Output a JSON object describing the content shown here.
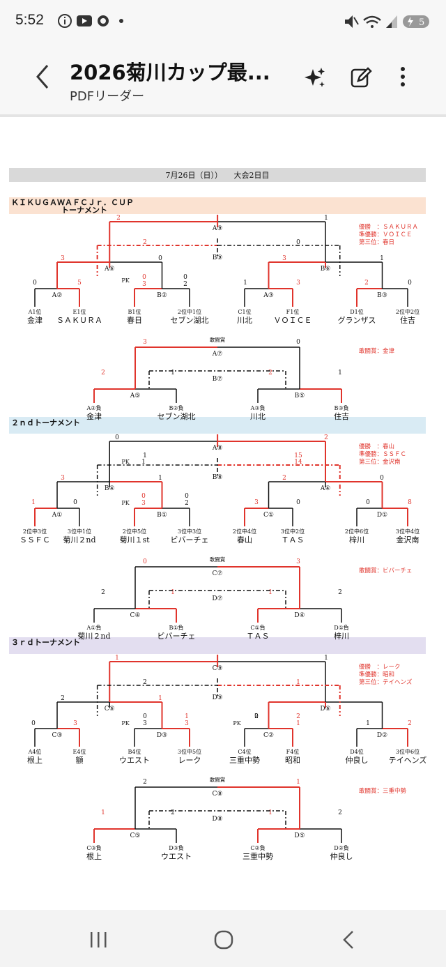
{
  "status": {
    "time": "5:52",
    "battery": "5"
  },
  "appbar": {
    "title": "2026菊川カップ最...",
    "subtitle": "PDFリーダー"
  },
  "doc": {
    "date_header": "7月26日（日））　　大会2日目",
    "t1": {
      "title": "ＫＩＫＵＧＡＷＡＦＣＪｒ．ＣＵＰ",
      "subtitle": "トーナメント",
      "winners": [
        "優勝　：ＳＡＫＵＲＡ",
        "準優勝：ＶＯＩＣＥ",
        "第三位：春日"
      ],
      "fighting_label": "敢闘賞",
      "fighting_award": "敢闘賞：金津",
      "teams": [
        "金津",
        "ＳＡＫＵＲＡ",
        "春日",
        "セブン湖北",
        "川北",
        "ＶＯＩＣＥ",
        "グランザス",
        "住吉"
      ],
      "seeds": [
        "A1位",
        "E1位",
        "B1位",
        "2位中1位",
        "C1位",
        "F1位",
        "D1位",
        "2位中2位"
      ],
      "f_teams": [
        "金津",
        "セブン湖北",
        "川北",
        "住吉"
      ],
      "f_seeds": [
        "A②負",
        "B②負",
        "A③負",
        "B③負"
      ]
    },
    "t2": {
      "title": "２ｎｄトーナメント",
      "winners": [
        "優勝　：春山",
        "準優勝：ＳＳＦＣ",
        "第三位：金沢南"
      ],
      "fighting_label": "敢闘賞",
      "fighting_award": "敢闘賞：ビバーチェ",
      "teams": [
        "ＳＳＦＣ",
        "菊川２nd",
        "菊川１st",
        "ビバーチェ",
        "春山",
        "ＴＡＳ",
        "梓川",
        "金沢南"
      ],
      "seeds": [
        "2位中3位",
        "3位中1位",
        "2位中5位",
        "3位中3位",
        "2位中4位",
        "3位中2位",
        "2位中6位",
        "3位中4位"
      ],
      "f_teams": [
        "菊川２nd",
        "ビバーチェ",
        "ＴＡＳ",
        "梓川"
      ],
      "f_seeds": [
        "A①負",
        "B①負",
        "C①負",
        "D①負"
      ]
    },
    "t3": {
      "title": "３ｒｄトーナメント",
      "winners": [
        "優勝　：レーク",
        "準優勝：昭和",
        "第三位：テイヘンズ"
      ],
      "fighting_label": "敢闘賞",
      "fighting_award": "敢闘賞：三重中勢",
      "teams": [
        "根上",
        "額",
        "ウエスト",
        "レーク",
        "三重中勢",
        "昭和",
        "仲良し",
        "テイヘンズ"
      ],
      "seeds": [
        "A4位",
        "E4位",
        "B4位",
        "3位中5位",
        "C4位",
        "F4位",
        "D4位",
        "3位中6位"
      ],
      "f_teams": [
        "根上",
        "ウエスト",
        "三重中勢",
        "仲良し"
      ],
      "f_seeds": [
        "C③負",
        "D③負",
        "C②負",
        "D②負"
      ]
    },
    "pk": "PK",
    "match_labels": {
      "t1": [
        "A②",
        "B②",
        "A③",
        "B③",
        "A⑥",
        "B⑥",
        "A⑨",
        "B⑨",
        "A⑤",
        "B⑤",
        "A⑦",
        "B⑦"
      ],
      "t2": [
        "A①",
        "B①",
        "C①",
        "D①",
        "B④",
        "A④",
        "A⑧",
        "B⑧",
        "C④",
        "D④",
        "C⑦",
        "D⑦"
      ],
      "t3": [
        "C③",
        "D③",
        "C②",
        "D②",
        "C⑥",
        "D⑥",
        "C⑨",
        "D⑨",
        "C⑤",
        "D⑤",
        "C⑧",
        "D⑧"
      ]
    },
    "scores": {
      "t1": [
        "0",
        "5",
        "0",
        "3",
        "0",
        "2",
        "1",
        "3",
        "2",
        "0",
        "3",
        "0",
        "3",
        "1",
        "2",
        "1",
        "2",
        "0",
        "3",
        "0",
        "2",
        "1",
        "2",
        "1"
      ],
      "t2": [
        "1",
        "0",
        "0",
        "3",
        "0",
        "2",
        "3",
        "0",
        "0",
        "8",
        "3",
        "1",
        "2",
        "0",
        "0",
        "2",
        "1",
        "15",
        "14",
        "1",
        "0",
        "3",
        "2",
        "1",
        "1",
        "2"
      ],
      "t3": [
        "0",
        "3",
        "0",
        "3",
        "1",
        "3",
        "0",
        "2",
        "1",
        "2",
        "2",
        "1",
        "2",
        "1",
        "1",
        "1",
        "2",
        "1",
        "2",
        "1",
        "1",
        "2",
        "1",
        "2"
      ]
    },
    "colors": {
      "red": "#e0342c",
      "black": "#111111",
      "peach": "#fbe2d1",
      "blue": "#d9ebf4",
      "lavender": "#e3def0",
      "gray": "#d9d9d9"
    }
  }
}
